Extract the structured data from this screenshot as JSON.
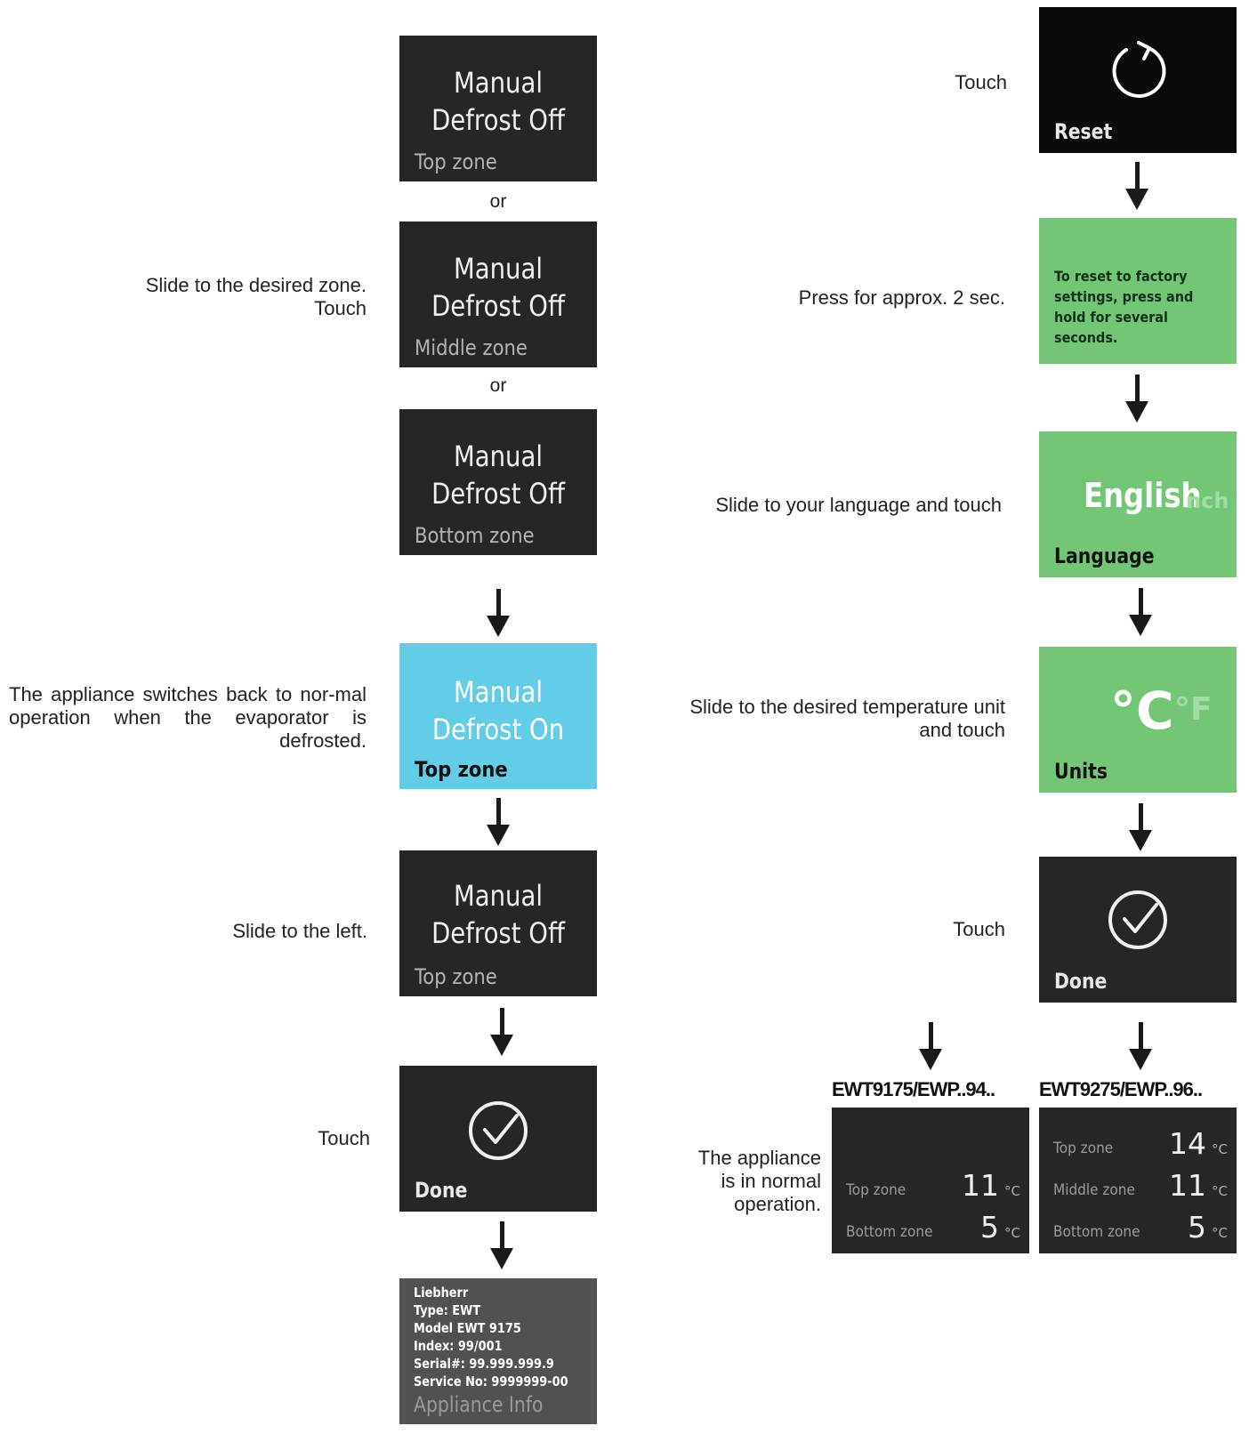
{
  "left_flow": {
    "or_label": "or",
    "zone_select_caption": "Slide to the desired zone.\nTouch",
    "tiles_off": [
      {
        "line1": "Manual",
        "line2": "Defrost Off",
        "zone": "Top zone"
      },
      {
        "line1": "Manual",
        "line2": "Defrost Off",
        "zone": "Middle zone"
      },
      {
        "line1": "Manual",
        "line2": "Defrost Off",
        "zone": "Bottom zone"
      }
    ],
    "defrost_on_tile": {
      "line1": "Manual",
      "line2": "Defrost On",
      "zone": "Top zone"
    },
    "defrost_on_caption": "The appliance switches back to nor-mal operation when the evaporator is defrosted.",
    "slide_left_caption": "Slide to the left.",
    "after_tile": {
      "line1": "Manual",
      "line2": "Defrost Off",
      "zone": "Top zone"
    },
    "done_caption": "Touch",
    "done_label": "Done",
    "info_tile": {
      "lines": [
        "Liebherr",
        "Type: EWT",
        "Model EWT 9175",
        "Index: 99/001",
        "Serial#: 99.999.999.9",
        "Service No: 9999999-00"
      ],
      "title": "Appliance Info"
    }
  },
  "right_flow": {
    "reset_caption": "Touch",
    "reset_label": "Reset",
    "press_caption": "Press for approx. 2 sec.",
    "press_text": "To reset to factory settings, press and hold for several seconds.",
    "language_caption": "Slide to your language and touch",
    "language_value": "English",
    "language_next": "nch",
    "language_label": "Language",
    "units_caption": "Slide to the desired temperature unit\nand touch",
    "unit_selected": "°C",
    "unit_other": "°F",
    "units_label": "Units",
    "done_caption": "Touch",
    "done_label": "Done",
    "normal_caption": "The appliance\nis in normal\noperation.",
    "models": [
      {
        "name": "EWT9175/EWP..94..",
        "rows": [
          {
            "zone": "Top zone",
            "value": "11",
            "unit": "°C"
          },
          {
            "zone": "Bottom zone",
            "value": "5",
            "unit": "°C"
          }
        ]
      },
      {
        "name": "EWT9275/EWP..96..",
        "rows": [
          {
            "zone": "Top zone",
            "value": "14",
            "unit": "°C"
          },
          {
            "zone": "Middle zone",
            "value": "11",
            "unit": "°C"
          },
          {
            "zone": "Bottom zone",
            "value": "5",
            "unit": "°C"
          }
        ]
      }
    ]
  },
  "colors": {
    "tile_dark": "#262626",
    "tile_black": "#0a0a0a",
    "tile_blue": "#63cde8",
    "tile_green": "#72c676",
    "tile_grey": "#505152"
  },
  "icons": {
    "arrow": "arrow-down-icon",
    "reset": "reset-icon",
    "done": "checkmark-circle-icon"
  }
}
